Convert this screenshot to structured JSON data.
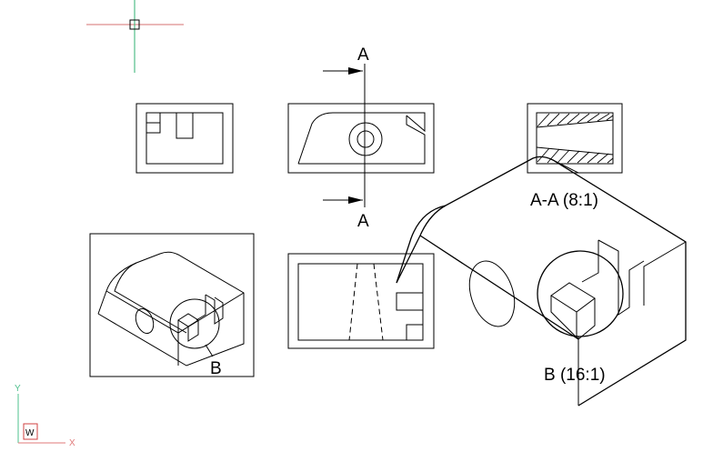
{
  "section_marker": {
    "top_letter": "A",
    "bottom_letter": "A"
  },
  "labels": {
    "section_view": "A-A (8:1)",
    "detail_ref": "B",
    "detail_view": "B (16:1)"
  },
  "ucs": {
    "y_axis": "Y",
    "x_axis": "X",
    "world": "W",
    "x_color": "#e07a7a",
    "y_color": "#4fc08d",
    "w_color": "#d04040"
  },
  "crosshair": {
    "h_color": "#d47070",
    "v_color": "#2fb070"
  }
}
